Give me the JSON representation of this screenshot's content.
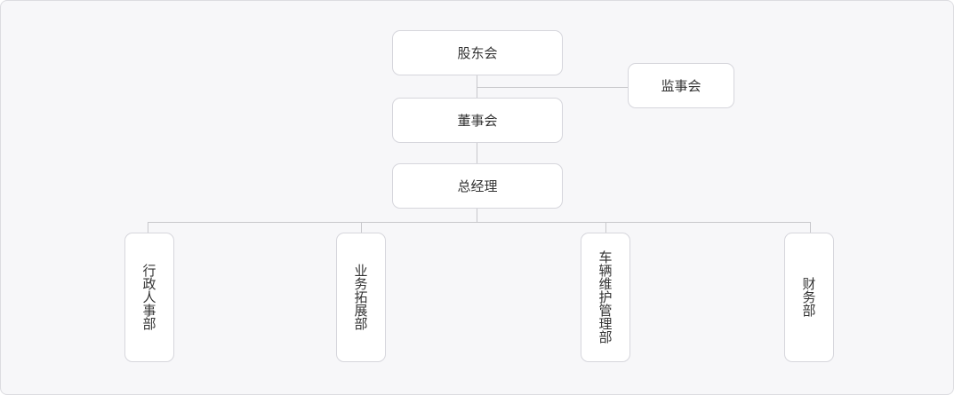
{
  "org_chart": {
    "shareholders": "股东会",
    "supervisors": "监事会",
    "board": "董事会",
    "general_manager": "总经理",
    "departments": [
      {
        "label": "行政人事部"
      },
      {
        "label": "业务拓展部"
      },
      {
        "label": "车辆维护管理部"
      },
      {
        "label": "财务部"
      }
    ]
  },
  "colors": {
    "background": "#f7f7f9",
    "node_fill": "#ffffff",
    "node_border": "#d6d6dc",
    "connector": "#c8c8cc",
    "text": "#333333"
  }
}
